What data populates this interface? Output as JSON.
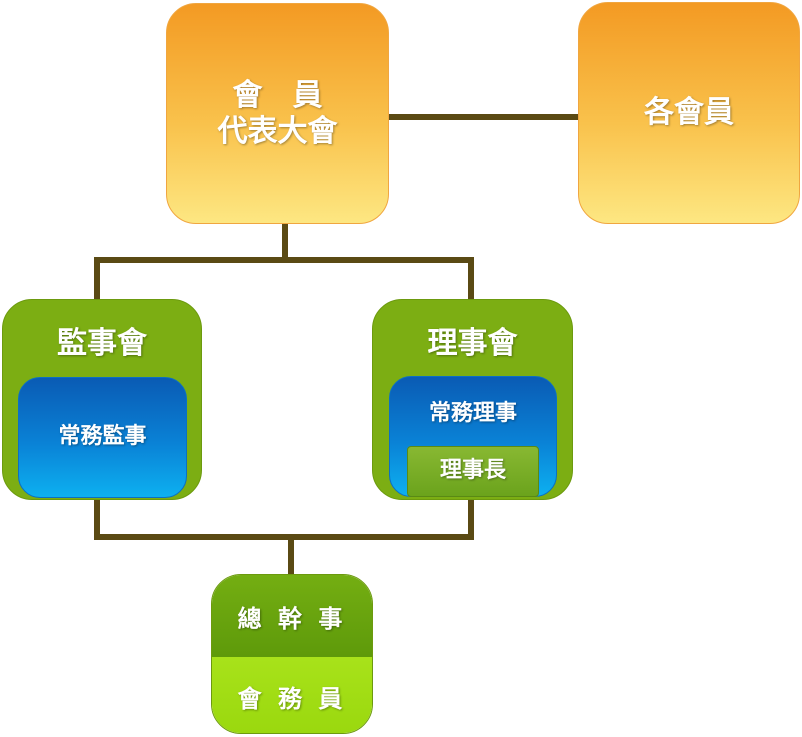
{
  "diagram": {
    "assembly": {
      "line1": "會　員",
      "line2": "代表大會"
    },
    "members": {
      "label": "各會員"
    },
    "supervisors": {
      "title": "監事會",
      "standing": "常務監事"
    },
    "directors": {
      "title": "理事會",
      "standing": "常務理事",
      "chairman": "理事長"
    },
    "staff": {
      "secretary_general": "總 幹 事",
      "staff_members": "會 務 員"
    }
  },
  "colors": {
    "connector": "#5a4a14",
    "orange_top": "#f39a23",
    "orange_bottom": "#fde782",
    "green": "#7cae13",
    "blue_top": "#0a5bb4",
    "blue_bottom": "#0db0f0",
    "light_green": "#a8e21a"
  }
}
